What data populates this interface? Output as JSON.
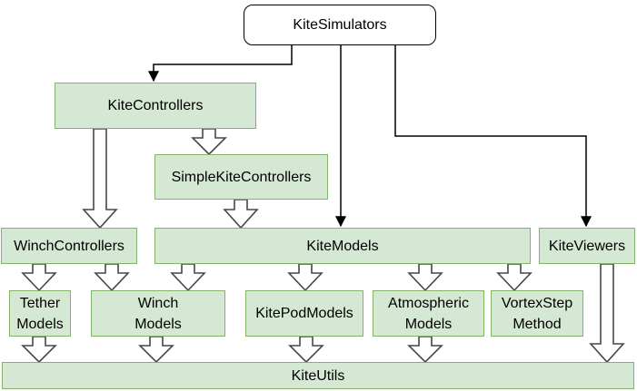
{
  "colors": {
    "node_fill": "#d5e8d4",
    "node_border": "#82b366",
    "root_fill": "#ffffff",
    "root_border": "#000000",
    "connector": "#000000",
    "block_arrow_fill": "#ffffff",
    "block_arrow_border": "#474747"
  },
  "diagram": {
    "nodes": {
      "kitesimulators": {
        "label": "KiteSimulators"
      },
      "kitecontrollers": {
        "label": "KiteControllers"
      },
      "simplekitecontrollers": {
        "label": "SimpleKiteControllers"
      },
      "winchcontrollers": {
        "label": "WinchControllers"
      },
      "kitemodels": {
        "label": "KiteModels"
      },
      "kiteviewers": {
        "label": "KiteViewers"
      },
      "tethermodels": {
        "label": "Tether\nModels"
      },
      "winchmodels": {
        "label": "Winch\nModels"
      },
      "kitepodmodels": {
        "label": "KitePodModels"
      },
      "atmosphericmodels": {
        "label": "Atmospheric\nModels"
      },
      "vortexstepmethod": {
        "label": "VortexStep\nMethod"
      },
      "kiteutils": {
        "label": "KiteUtils"
      }
    },
    "edges": [
      {
        "from": "kitesimulators",
        "to": "kitecontrollers",
        "style": "thin-arrow"
      },
      {
        "from": "kitesimulators",
        "to": "kitemodels",
        "style": "thin-arrow"
      },
      {
        "from": "kitesimulators",
        "to": "kiteviewers",
        "style": "thin-arrow"
      },
      {
        "from": "kitecontrollers",
        "to": "winchcontrollers",
        "style": "block-arrow"
      },
      {
        "from": "kitecontrollers",
        "to": "simplekitecontrollers",
        "style": "block-arrow"
      },
      {
        "from": "simplekitecontrollers",
        "to": "kitemodels",
        "style": "block-arrow"
      },
      {
        "from": "winchcontrollers",
        "to": "tethermodels",
        "style": "block-arrow"
      },
      {
        "from": "winchcontrollers",
        "to": "winchmodels",
        "style": "block-arrow"
      },
      {
        "from": "kitemodels",
        "to": "winchmodels",
        "style": "block-arrow"
      },
      {
        "from": "kitemodels",
        "to": "kitepodmodels",
        "style": "block-arrow"
      },
      {
        "from": "kitemodels",
        "to": "atmosphericmodels",
        "style": "block-arrow"
      },
      {
        "from": "kitemodels",
        "to": "vortexstepmethod",
        "style": "block-arrow"
      },
      {
        "from": "tethermodels",
        "to": "kiteutils",
        "style": "block-arrow"
      },
      {
        "from": "winchmodels",
        "to": "kiteutils",
        "style": "block-arrow"
      },
      {
        "from": "kitepodmodels",
        "to": "kiteutils",
        "style": "block-arrow"
      },
      {
        "from": "atmosphericmodels",
        "to": "kiteutils",
        "style": "block-arrow"
      },
      {
        "from": "kiteviewers",
        "to": "kiteutils",
        "style": "block-arrow"
      }
    ]
  }
}
